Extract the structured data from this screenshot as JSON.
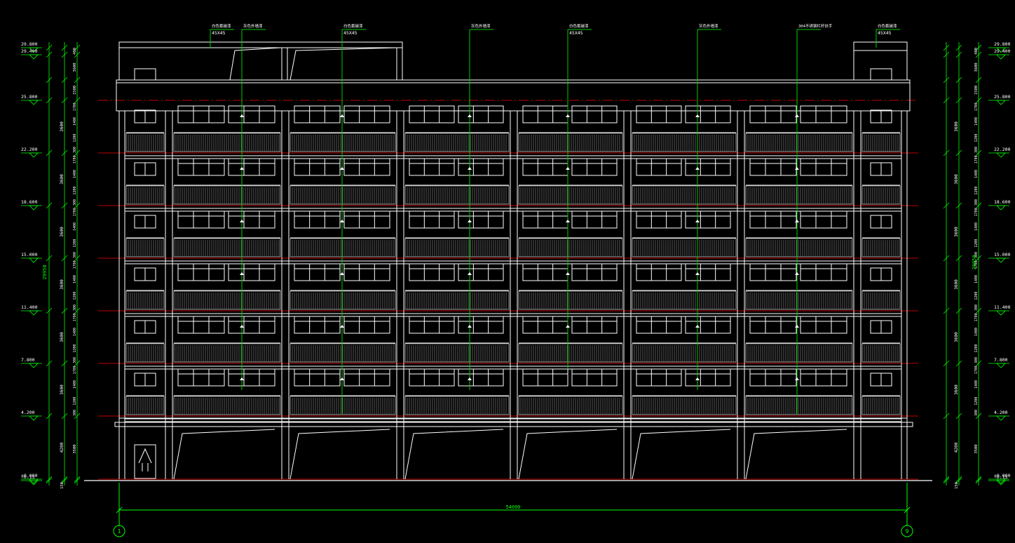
{
  "colors": {
    "background": "#000000",
    "building": "#ffffff",
    "railing": "#9a9a9a",
    "dimension": "#00ff00",
    "floor_line": "#ff0000",
    "leader": "#00cc00"
  },
  "elevations_left": [
    {
      "label": "29.800",
      "value": 29.8
    },
    {
      "label": "29.400",
      "value": 29.4
    },
    {
      "label": "25.800",
      "value": 25.8
    },
    {
      "label": "22.200",
      "value": 22.2
    },
    {
      "label": "18.600",
      "value": 18.6
    },
    {
      "label": "15.000",
      "value": 15.0
    },
    {
      "label": "11.400",
      "value": 11.4
    },
    {
      "label": "7.800",
      "value": 7.8
    },
    {
      "label": "4.200",
      "value": 4.2
    },
    {
      "label": "±0.000",
      "value": 0
    },
    {
      "label": "-0.15",
      "value": -0.15
    }
  ],
  "elevations_right": [
    {
      "label": "29.800",
      "value": 29.8
    },
    {
      "label": "29.400",
      "value": 29.4
    },
    {
      "label": "25.800",
      "value": 25.8
    },
    {
      "label": "22.200",
      "value": 22.2
    },
    {
      "label": "18.600",
      "value": 18.6
    },
    {
      "label": "15.000",
      "value": 15.0
    },
    {
      "label": "11.400",
      "value": 11.4
    },
    {
      "label": "7.800",
      "value": 7.8
    },
    {
      "label": "4.200",
      "value": 4.2
    },
    {
      "label": "±0.000",
      "value": 0
    },
    {
      "label": "-0.15",
      "value": -0.15
    }
  ],
  "total_height_label": "29950",
  "total_width_label": "54000",
  "storey_dims": [
    "3600",
    "3600",
    "3600",
    "3600",
    "3600",
    "3600",
    "4200"
  ],
  "roof_dims": [
    "400",
    "3600",
    "1500"
  ],
  "floor_sub_dims": [
    "1700",
    "1400",
    "1200",
    "300"
  ],
  "ground_sub_dims": [
    "3500",
    "150"
  ],
  "bottom_dim": "150",
  "axis_left": "1",
  "axis_right": "9",
  "callouts": [
    {
      "label": "白色氟碳漆",
      "sub": "45X45"
    },
    {
      "label": "灰色外墙漆",
      "sub": ""
    },
    {
      "label": "白色氟碳漆",
      "sub": "45X45"
    },
    {
      "label": "灰色外墙漆",
      "sub": ""
    },
    {
      "label": "白色氟碳漆",
      "sub": "45X45"
    },
    {
      "label": "灰色外墙漆",
      "sub": ""
    },
    {
      "label": "304不锈钢栏杆扶手",
      "sub": ""
    },
    {
      "label": "白色氟碳漆",
      "sub": "45X45"
    }
  ]
}
